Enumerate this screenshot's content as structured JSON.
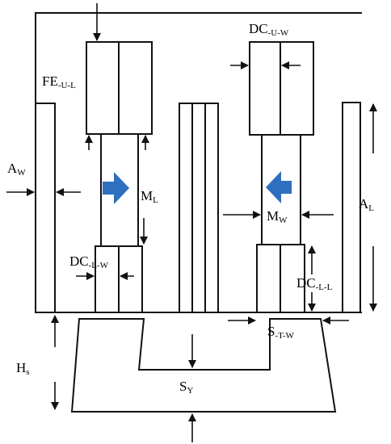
{
  "labels": {
    "fe_u_l": {
      "main": "FE",
      "sub": "-U-L"
    },
    "dc_u_w": {
      "main": "DC",
      "sub": "-U-W"
    },
    "a_w": {
      "main": "A",
      "sub": "W"
    },
    "m_l": {
      "main": "M",
      "sub": "L"
    },
    "m_w": {
      "main": "M",
      "sub": "W"
    },
    "a_l": {
      "main": "A",
      "sub": "L"
    },
    "dc_l_w": {
      "main": "DC",
      "sub": "-L-W"
    },
    "dc_l_l": {
      "main": "DC",
      "sub": "-L-L"
    },
    "s_t_w": {
      "main": "S",
      "sub": "-T-W"
    },
    "h_s": {
      "main": "H",
      "sub": "s"
    },
    "s_y": {
      "main": "S",
      "sub": "Y"
    }
  },
  "colors": {
    "line": "#111111",
    "accent_arrow": "#2f6fc0"
  }
}
